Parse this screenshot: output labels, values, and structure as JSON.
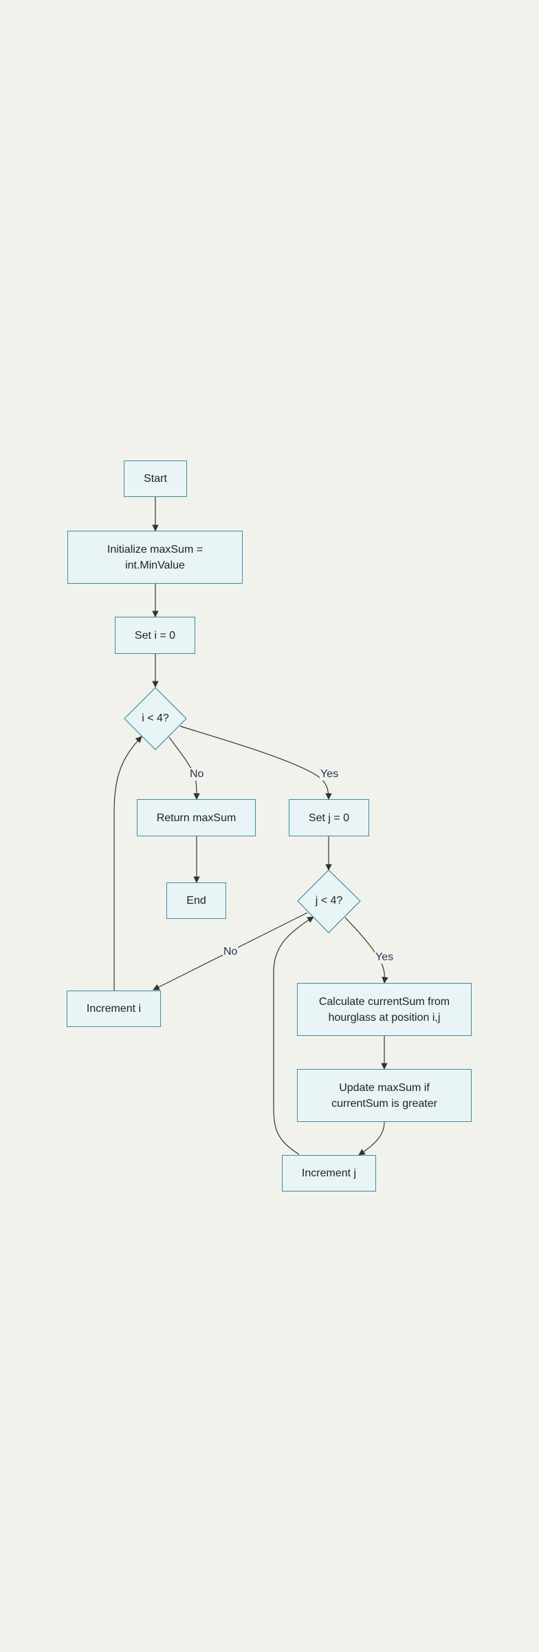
{
  "colors": {
    "background": "#f2f2ec",
    "node_fill": "#e8f4f6",
    "node_border": "#3e8c9c",
    "edge": "#333333",
    "edge_label": "#1f3550"
  },
  "nodes": {
    "start": "Start",
    "init_max": "Initialize maxSum = int.MinValue",
    "set_i": "Set i = 0",
    "check_i": "i < 4?",
    "return_max": "Return maxSum",
    "end": "End",
    "set_j": "Set j = 0",
    "check_j": "j < 4?",
    "increment_i": "Increment i",
    "calc_sum": "Calculate currentSum from hourglass at position i,j",
    "update_max": "Update maxSum if currentSum is greater",
    "increment_j": "Increment j"
  },
  "edge_labels": {
    "i_no": "No",
    "i_yes": "Yes",
    "j_no": "No",
    "j_yes": "Yes"
  }
}
